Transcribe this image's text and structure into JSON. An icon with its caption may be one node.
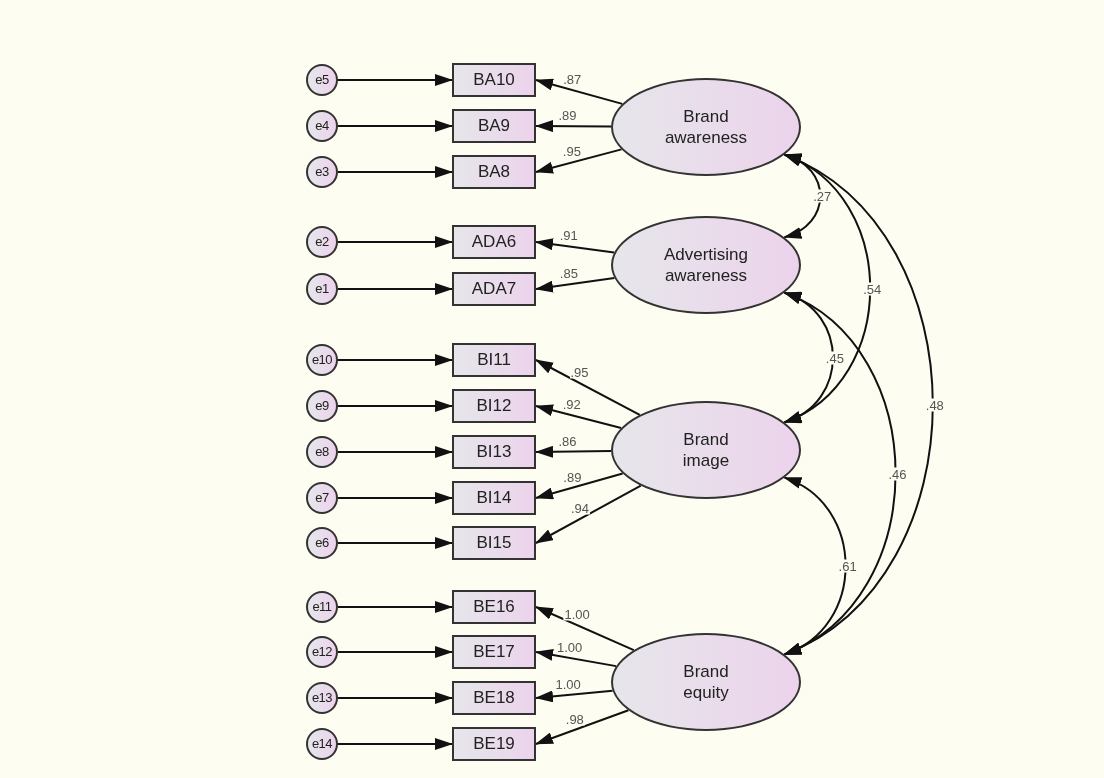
{
  "diagram": {
    "nodes": [
      {
        "text": [
          "e5"
        ]
      },
      {
        "text": [
          "BA10"
        ]
      },
      {
        "text": [
          "e4"
        ]
      },
      {
        "text": [
          "BA9"
        ]
      },
      {
        "text": [
          "e3"
        ]
      },
      {
        "text": [
          "BA8"
        ]
      },
      {
        "text": [
          "Brand awareness"
        ]
      },
      {
        "text": [
          "e2"
        ]
      },
      {
        "text": [
          "ADA6"
        ]
      },
      {
        "text": [
          "e1"
        ]
      },
      {
        "text": [
          "ADA7"
        ]
      },
      {
        "text": [
          "Advertising awareness"
        ]
      },
      {
        "text": [
          "e10"
        ]
      },
      {
        "text": [
          "BI11"
        ]
      },
      {
        "text": [
          "e9"
        ]
      },
      {
        "text": [
          "BI12"
        ]
      },
      {
        "text": [
          "e8"
        ]
      },
      {
        "text": [
          "BI13"
        ]
      },
      {
        "text": [
          "e7"
        ]
      },
      {
        "text": [
          "BI14"
        ]
      },
      {
        "text": [
          "e6"
        ]
      },
      {
        "text": [
          "BI15"
        ]
      },
      {
        "text": [
          "Brand image"
        ]
      },
      {
        "text": [
          "e11"
        ]
      },
      {
        "text": [
          "BE16"
        ]
      },
      {
        "text": [
          "e12"
        ]
      },
      {
        "text": [
          "BE17"
        ]
      },
      {
        "text": [
          "e13"
        ]
      },
      {
        "text": [
          "BE18"
        ]
      },
      {
        "text": [
          "e14"
        ]
      },
      {
        "text": [
          "BE19"
        ]
      },
      {
        "text": [
          "Brand equity"
        ]
      }
    ],
    "edges": [
      {
        "from": 0,
        "to": 1,
        "arrow": "to"
      },
      {
        "from": 2,
        "to": 3,
        "arrow": "to"
      },
      {
        "from": 4,
        "to": 5,
        "arrow": "to"
      },
      {
        "from": 6,
        "to": 1,
        "arrow": "to",
        "label": ".87"
      },
      {
        "from": 6,
        "to": 3,
        "arrow": "to",
        "label": ".89"
      },
      {
        "from": 6,
        "to": 5,
        "arrow": "to",
        "label": ".95"
      },
      {
        "from": 7,
        "to": 8,
        "arrow": "to"
      },
      {
        "from": 9,
        "to": 10,
        "arrow": "to"
      },
      {
        "from": 11,
        "to": 8,
        "arrow": "to",
        "label": ".91"
      },
      {
        "from": 11,
        "to": 10,
        "arrow": "to",
        "label": ".85"
      },
      {
        "from": 12,
        "to": 13,
        "arrow": "to"
      },
      {
        "from": 14,
        "to": 15,
        "arrow": "to"
      },
      {
        "from": 16,
        "to": 17,
        "arrow": "to"
      },
      {
        "from": 18,
        "to": 19,
        "arrow": "to"
      },
      {
        "from": 20,
        "to": 21,
        "arrow": "to"
      },
      {
        "from": 22,
        "to": 13,
        "arrow": "to",
        "label": ".95"
      },
      {
        "from": 22,
        "to": 15,
        "arrow": "to",
        "label": ".92"
      },
      {
        "from": 22,
        "to": 17,
        "arrow": "to",
        "label": ".86"
      },
      {
        "from": 22,
        "to": 19,
        "arrow": "to",
        "label": ".89"
      },
      {
        "from": 22,
        "to": 21,
        "arrow": "to",
        "label": ".94"
      },
      {
        "from": 23,
        "to": 24,
        "arrow": "to"
      },
      {
        "from": 25,
        "to": 26,
        "arrow": "to"
      },
      {
        "from": 27,
        "to": 28,
        "arrow": "to"
      },
      {
        "from": 29,
        "to": 30,
        "arrow": "to"
      },
      {
        "from": 31,
        "to": 24,
        "arrow": "to",
        "label": "1.00"
      },
      {
        "from": 31,
        "to": 26,
        "arrow": "to",
        "label": "1.00"
      },
      {
        "from": 31,
        "to": 28,
        "arrow": "to",
        "label": "1.00"
      },
      {
        "from": 31,
        "to": 30,
        "arrow": "to",
        "label": ".98"
      },
      {
        "from": 6,
        "to": 11,
        "arrow": "both",
        "label": ".27"
      },
      {
        "from": 6,
        "to": 22,
        "arrow": "both",
        "label": ".54"
      },
      {
        "from": 6,
        "to": 31,
        "arrow": "both",
        "label": ".48"
      },
      {
        "from": 11,
        "to": 22,
        "arrow": "both",
        "label": ".45"
      },
      {
        "from": 11,
        "to": 31,
        "arrow": "both",
        "label": ".46"
      },
      {
        "from": 22,
        "to": 31,
        "arrow": "both",
        "label": ".61"
      }
    ]
  }
}
